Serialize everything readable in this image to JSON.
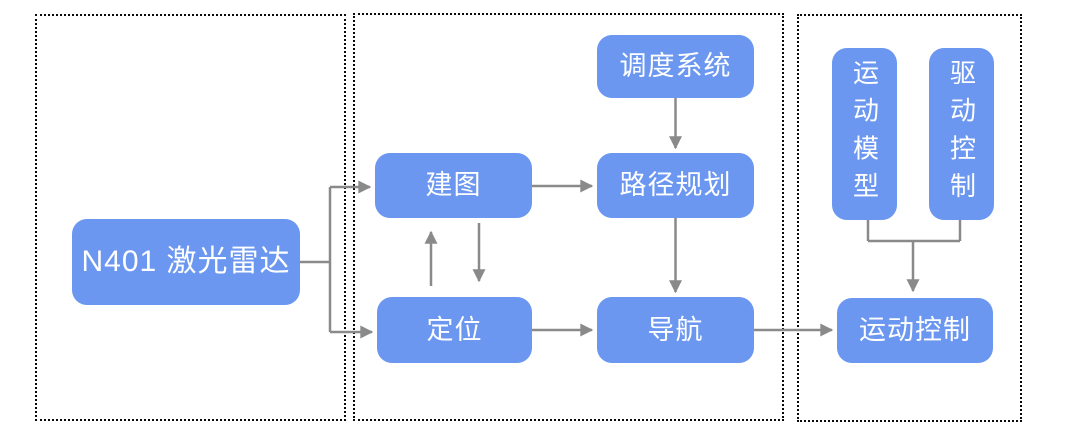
{
  "nodes": {
    "lidar": {
      "label": "N401 激光雷达"
    },
    "dispatch": {
      "label": "调度系统"
    },
    "mapping": {
      "label": "建图"
    },
    "path_planning": {
      "label": "路径规划"
    },
    "localization": {
      "label": "定位"
    },
    "navigation": {
      "label": "导航"
    },
    "motion_model": {
      "label": "运动模型"
    },
    "drive_control": {
      "label": "驱动控制"
    },
    "motion_control": {
      "label": "运动控制"
    }
  },
  "sections": [
    {
      "name": "lidar-section",
      "nodes": [
        "lidar"
      ]
    },
    {
      "name": "slam-navigation-section",
      "nodes": [
        "dispatch",
        "mapping",
        "path_planning",
        "localization",
        "navigation"
      ]
    },
    {
      "name": "motion-section",
      "nodes": [
        "motion_model",
        "drive_control",
        "motion_control"
      ]
    }
  ],
  "edges": [
    {
      "from": "lidar",
      "to": "mapping"
    },
    {
      "from": "lidar",
      "to": "localization"
    },
    {
      "from": "dispatch",
      "to": "path_planning"
    },
    {
      "from": "mapping",
      "to": "path_planning"
    },
    {
      "from": "localization",
      "to": "mapping"
    },
    {
      "from": "mapping",
      "to": "localization"
    },
    {
      "from": "path_planning",
      "to": "navigation"
    },
    {
      "from": "localization",
      "to": "navigation"
    },
    {
      "from": "navigation",
      "to": "motion_control"
    },
    {
      "from": "motion_model",
      "to": "motion_control"
    },
    {
      "from": "drive_control",
      "to": "motion_control"
    }
  ],
  "colors": {
    "node_fill": "#6B97F0",
    "node_text": "#FFFFFF",
    "connector": "#8A8A8A",
    "panel_border": "#0A0A0A",
    "page_bg": "#FFFFFF"
  }
}
